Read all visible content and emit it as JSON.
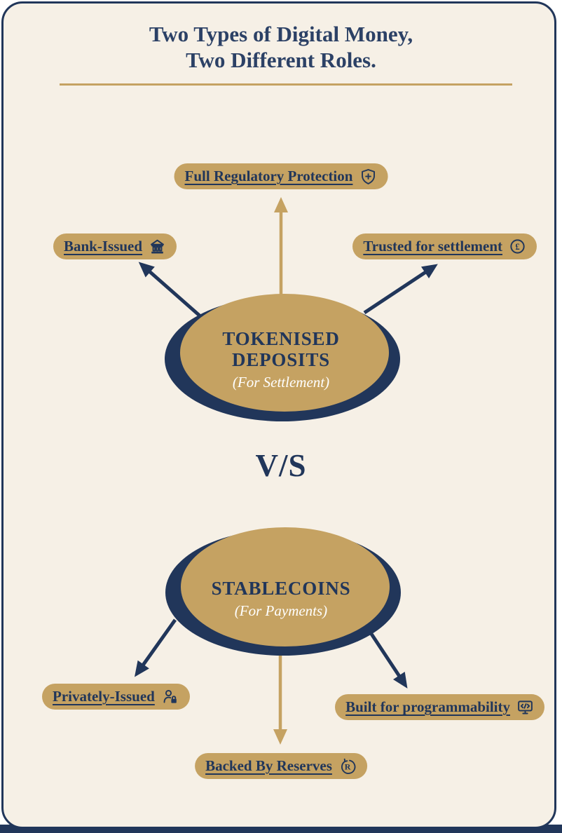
{
  "colors": {
    "navy": "#21365a",
    "gold": "#c5a262",
    "cream": "#f6f0e6",
    "white_text": "#ffffff"
  },
  "title": {
    "line1": "Two Types of Digital Money,",
    "line2": "Two Different Roles."
  },
  "versus": "V/S",
  "tokenised_deposits": {
    "name_line1": "TOKENISED",
    "name_line2": "DEPOSITS",
    "role": "(For Settlement)",
    "attributes": {
      "regulatory": {
        "label": "Full Regulatory Protection",
        "icon": "shield-plus-icon"
      },
      "bank_issued": {
        "label": "Bank-Issued",
        "icon": "bank-icon"
      },
      "settlement": {
        "label": "Trusted for settlement",
        "icon": "pound-coin-icon"
      }
    }
  },
  "stablecoins": {
    "name_line1": "STABLECOINS",
    "role": "(For Payments)",
    "attributes": {
      "privately_issued": {
        "label": "Privately-Issued",
        "icon": "user-lock-icon"
      },
      "programmability": {
        "label": "Built for programmability",
        "icon": "code-monitor-icon"
      },
      "reserves": {
        "label": "Backed By Reserves",
        "icon": "refresh-r-icon"
      }
    }
  },
  "icon_glyphs": {
    "pound": "£",
    "reserve": "R"
  }
}
